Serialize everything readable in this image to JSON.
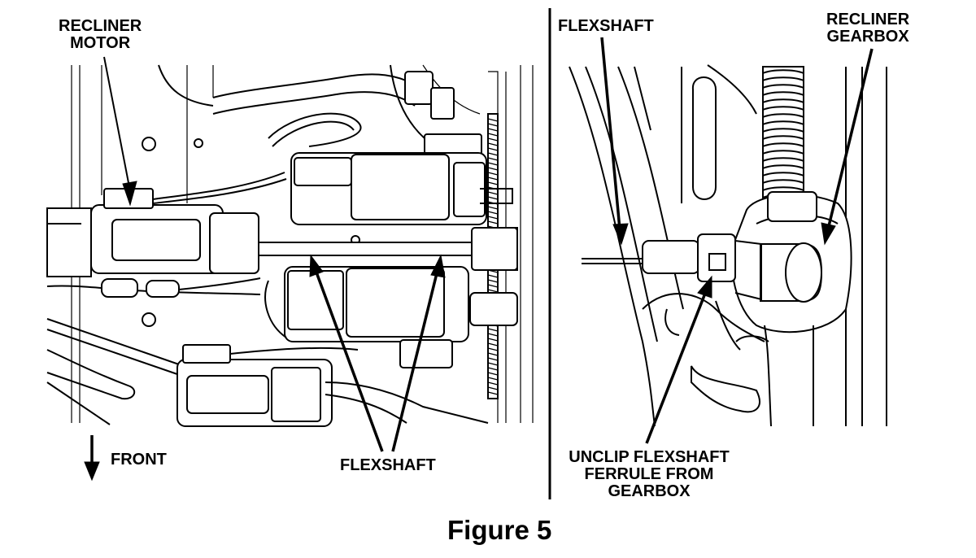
{
  "figure": {
    "caption": "Figure 5",
    "left_panel": {
      "labels": {
        "recliner_motor": "RECLINER\nMOTOR",
        "front": "FRONT",
        "flexshaft": "FLEXSHAFT"
      }
    },
    "right_panel": {
      "labels": {
        "flexshaft": "FLEXSHAFT",
        "recliner_gearbox": "RECLINER\nGEARBOX",
        "unclip_note": "UNCLIP FLEXSHAFT\nFERRULE FROM\nGEARBOX"
      }
    }
  },
  "colors": {
    "ink": "#000000",
    "paper": "#ffffff"
  }
}
